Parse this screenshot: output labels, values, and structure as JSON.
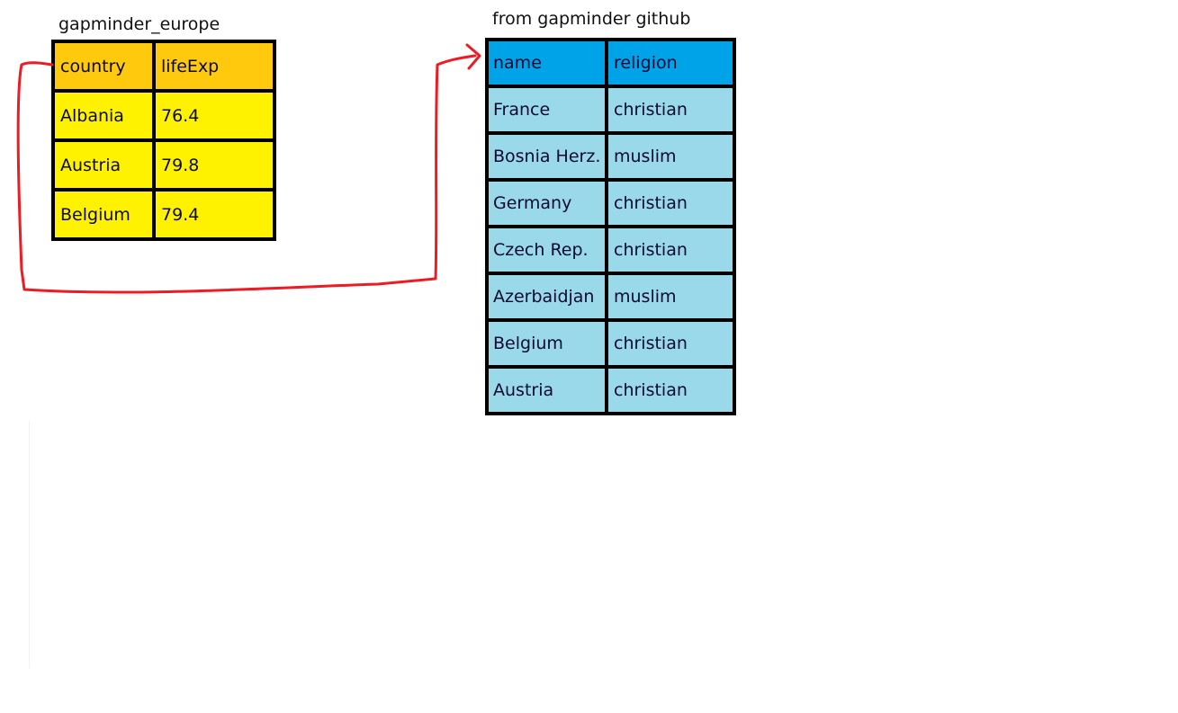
{
  "left_table": {
    "title": "gapminder_europe",
    "header": [
      "country",
      "lifeExp"
    ],
    "rows": [
      [
        "Albania",
        "76.4"
      ],
      [
        "Austria",
        "79.8"
      ],
      [
        "Belgium",
        "79.4"
      ]
    ],
    "header_color": "#ffc90e",
    "row_color": "#fff200"
  },
  "right_table": {
    "title": "from gapminder github",
    "header": [
      "name",
      "religion"
    ],
    "rows": [
      [
        "France",
        "christian"
      ],
      [
        "Bosnia Herz.",
        "muslim"
      ],
      [
        "Germany",
        "christian"
      ],
      [
        "Czech Rep.",
        "christian"
      ],
      [
        "Azerbaidjan",
        "muslim"
      ],
      [
        "Belgium",
        "christian"
      ],
      [
        "Austria",
        "christian"
      ]
    ],
    "header_color": "#00a2e8",
    "row_color": "#99d9ea"
  },
  "connector": {
    "from": "left_table.header.0",
    "to": "right_table.header.0",
    "color": "#ed1c24"
  }
}
